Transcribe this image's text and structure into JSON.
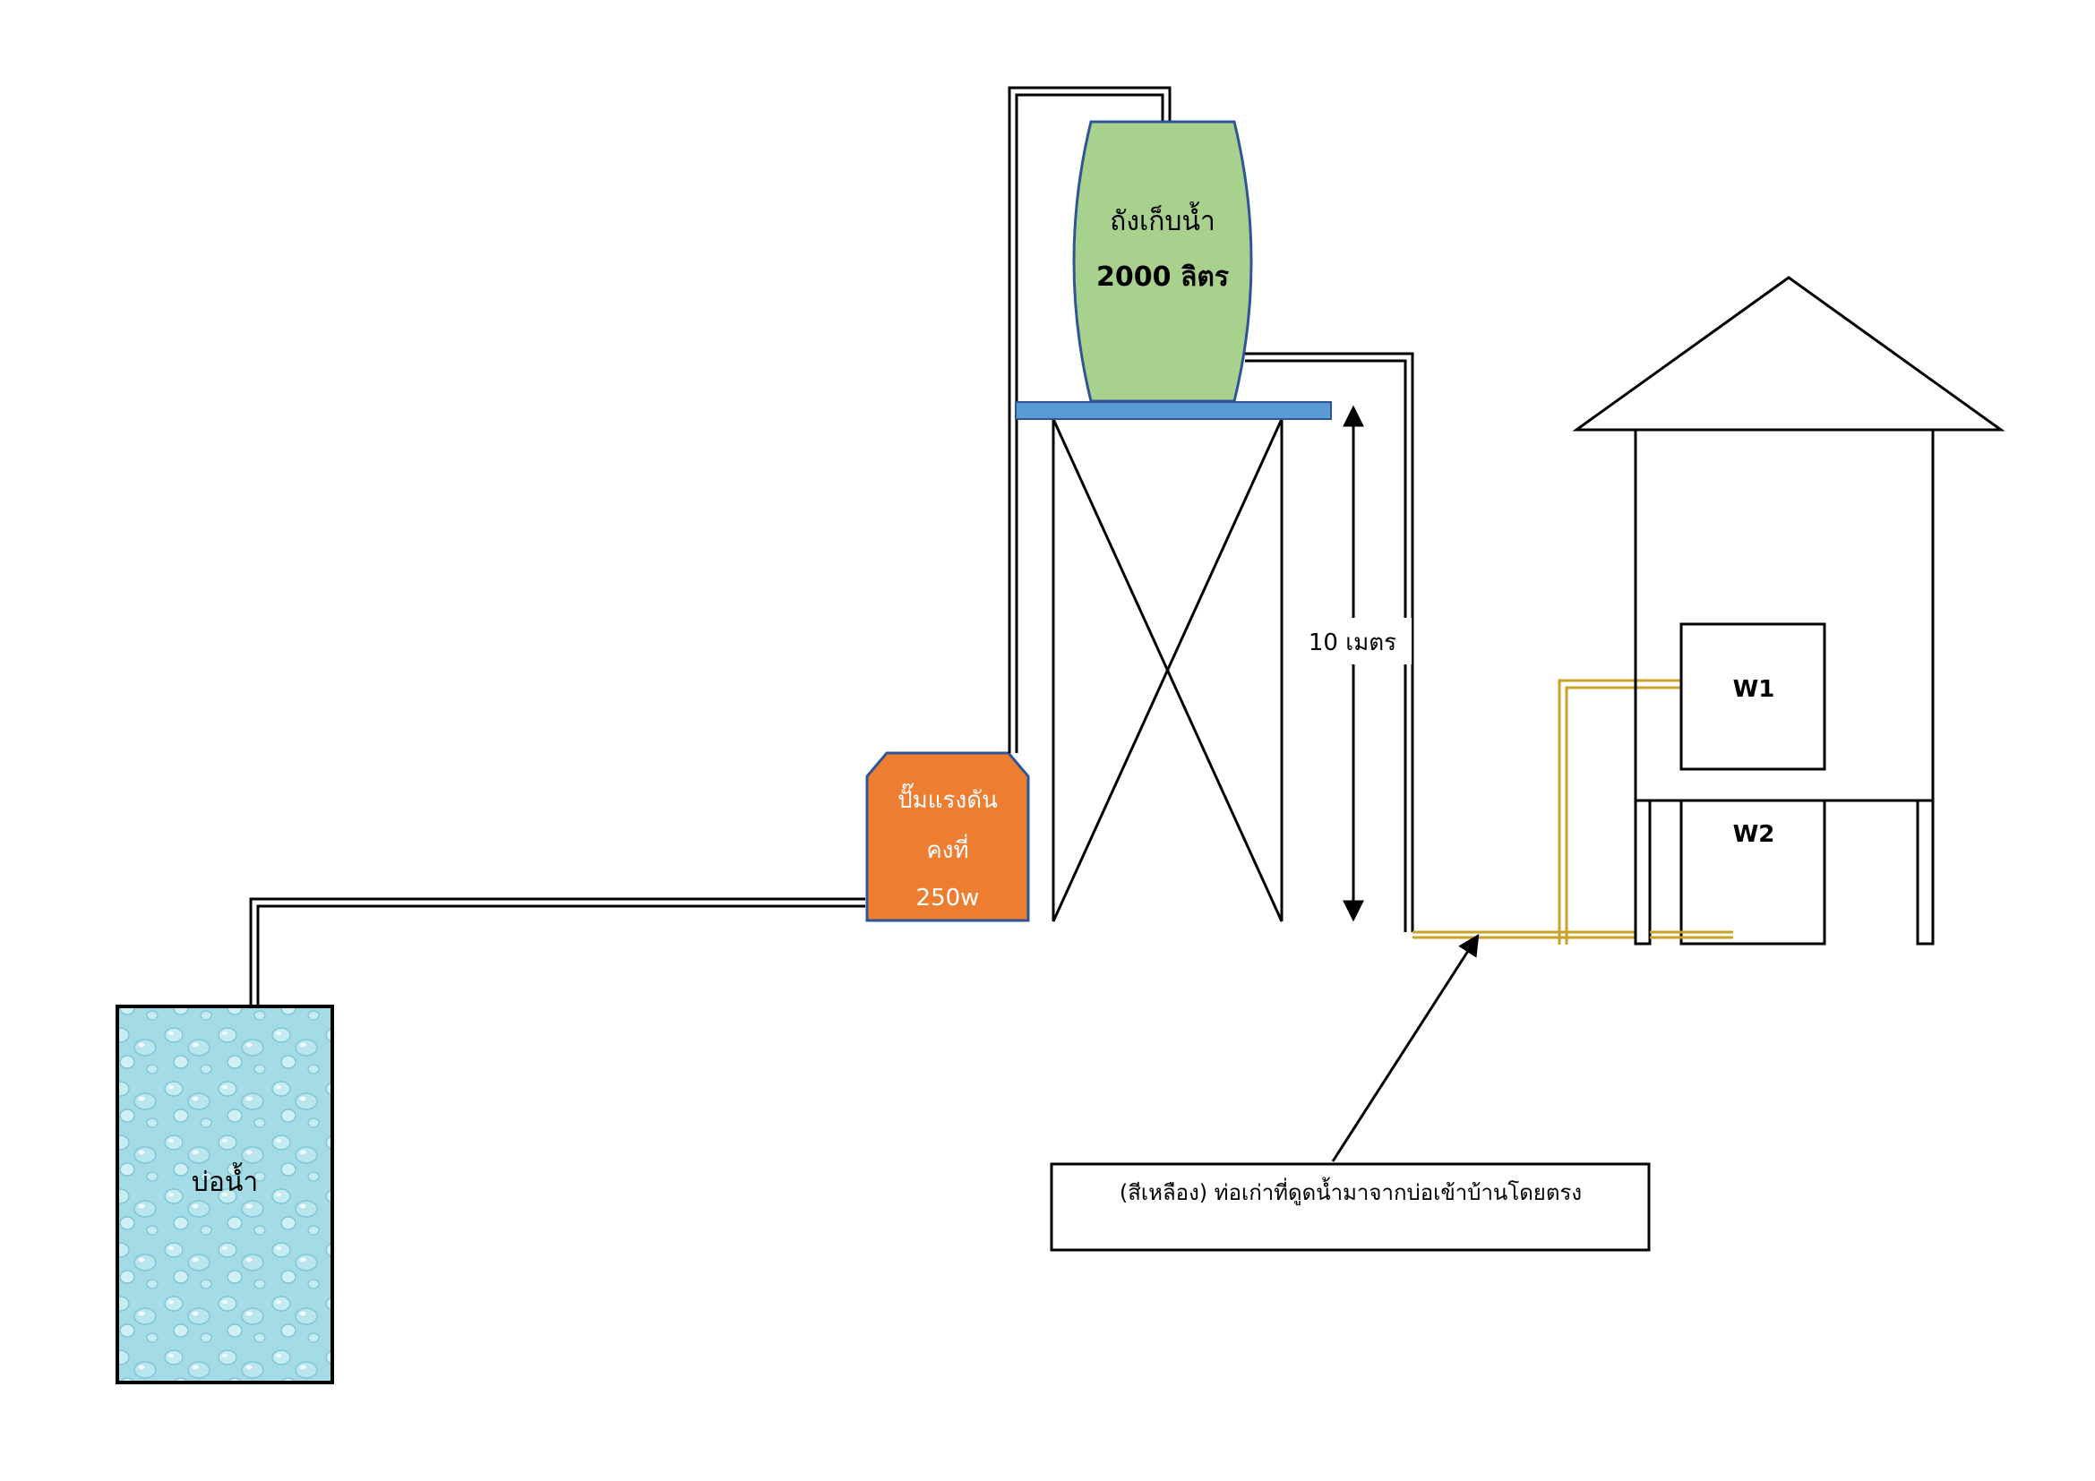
{
  "tank": {
    "line1": "ถังเก็บน้ำ",
    "line2": "2000 ลิตร",
    "fill": "#a9d18e"
  },
  "pump": {
    "line1": "ปั๊มแรงดัน",
    "line2": "คงที่",
    "line3": "250w",
    "fill": "#ed7d31"
  },
  "well": {
    "label": "บ่อน้ำ",
    "fill": "#9ed8e3"
  },
  "tower": {
    "height_label": "10 เมตร",
    "platform_color": "#5b9bd5"
  },
  "house": {
    "room1": "W1",
    "room2": "W2"
  },
  "callout": {
    "text": "(สีเหลือง) ท่อเก่าที่ดูดน้ำมาจากบ่อเข้าบ้านโดยตรง"
  },
  "colors": {
    "black_pipe": "#000000",
    "yellow_pipe": "#c9a227"
  }
}
